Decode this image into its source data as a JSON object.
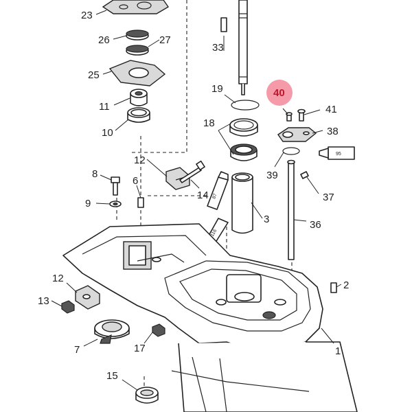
{
  "diagram": {
    "highlight_color": "#f59aa8",
    "highlighted_part": "40",
    "callouts": {
      "p1": "1",
      "p2": "2",
      "p3": "3",
      "p6": "6",
      "p7": "7",
      "p8": "8",
      "p9": "9",
      "p10": "10",
      "p11": "11",
      "p12a": "12",
      "p12b": "12",
      "p13": "13",
      "p14": "14",
      "p15": "15",
      "p17": "17",
      "p18": "18",
      "p19": "19",
      "p23": "23",
      "p25": "25",
      "p26": "26",
      "p27": "27",
      "p33": "33",
      "p36": "36",
      "p37": "37",
      "p38": "38",
      "p39": "39",
      "p40": "40",
      "p41": "41"
    },
    "tube_labels": {
      "t95": "95",
      "t87": "87",
      "t116": "116"
    }
  }
}
